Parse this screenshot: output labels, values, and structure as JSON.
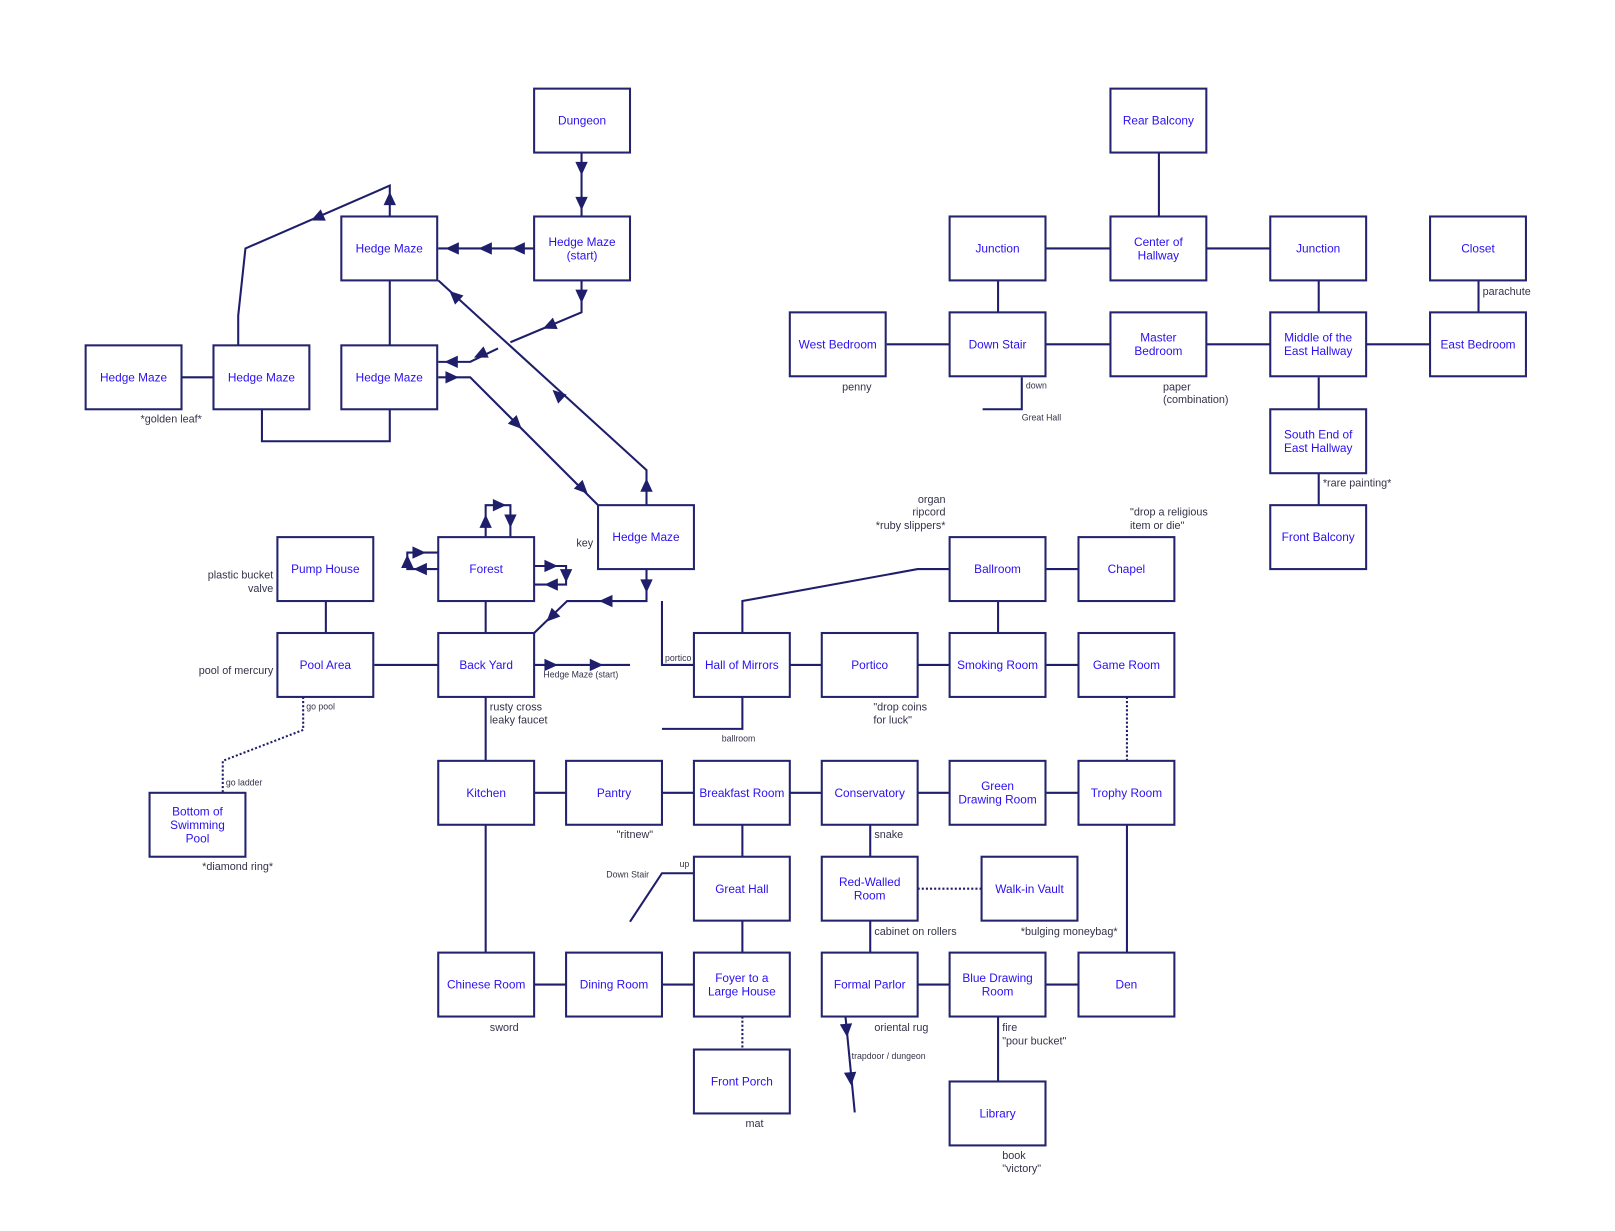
{
  "rooms": {
    "dungeon": {
      "label": [
        "Dungeon"
      ]
    },
    "hedge_maze_start": {
      "label": [
        "Hedge Maze",
        "(start)"
      ]
    },
    "hedge_maze_a": {
      "label": [
        "Hedge Maze"
      ]
    },
    "hedge_maze_b": {
      "label": [
        "Hedge Maze"
      ]
    },
    "hedge_maze_c": {
      "label": [
        "Hedge Maze"
      ]
    },
    "hedge_maze_d": {
      "label": [
        "Hedge Maze"
      ]
    },
    "hedge_maze_key": {
      "label": [
        "Hedge Maze"
      ]
    },
    "pump_house": {
      "label": [
        "Pump House"
      ]
    },
    "forest": {
      "label": [
        "Forest"
      ]
    },
    "pool_area": {
      "label": [
        "Pool Area"
      ]
    },
    "back_yard": {
      "label": [
        "Back Yard"
      ]
    },
    "bottom_pool": {
      "label": [
        "Bottom of",
        "Swimming",
        "Pool"
      ]
    },
    "kitchen": {
      "label": [
        "Kitchen"
      ]
    },
    "pantry": {
      "label": [
        "Pantry"
      ]
    },
    "breakfast_room": {
      "label": [
        "Breakfast Room"
      ]
    },
    "conservatory": {
      "label": [
        "Conservatory"
      ]
    },
    "green_drawing_room": {
      "label": [
        "Green",
        "Drawing Room"
      ]
    },
    "trophy_room": {
      "label": [
        "Trophy Room"
      ]
    },
    "great_hall": {
      "label": [
        "Great Hall"
      ]
    },
    "red_walled_room": {
      "label": [
        "Red-Walled",
        "Room"
      ]
    },
    "walk_in_vault": {
      "label": [
        "Walk-in Vault"
      ]
    },
    "chinese_room": {
      "label": [
        "Chinese Room"
      ]
    },
    "dining_room": {
      "label": [
        "Dining Room"
      ]
    },
    "foyer": {
      "label": [
        "Foyer to a",
        "Large House"
      ]
    },
    "formal_parlor": {
      "label": [
        "Formal Parlor"
      ]
    },
    "blue_drawing_room": {
      "label": [
        "Blue Drawing",
        "Room"
      ]
    },
    "den": {
      "label": [
        "Den"
      ]
    },
    "front_porch": {
      "label": [
        "Front Porch"
      ]
    },
    "library": {
      "label": [
        "Library"
      ]
    },
    "hall_of_mirrors": {
      "label": [
        "Hall of Mirrors"
      ]
    },
    "portico": {
      "label": [
        "Portico"
      ]
    },
    "smoking_room": {
      "label": [
        "Smoking Room"
      ]
    },
    "game_room": {
      "label": [
        "Game Room"
      ]
    },
    "ballroom": {
      "label": [
        "Ballroom"
      ]
    },
    "chapel": {
      "label": [
        "Chapel"
      ]
    },
    "rear_balcony": {
      "label": [
        "Rear Balcony"
      ]
    },
    "junction_west": {
      "label": [
        "Junction"
      ]
    },
    "center_hallway": {
      "label": [
        "Center of",
        "Hallway"
      ]
    },
    "junction_east": {
      "label": [
        "Junction"
      ]
    },
    "closet": {
      "label": [
        "Closet"
      ]
    },
    "west_bedroom": {
      "label": [
        "West Bedroom"
      ]
    },
    "down_stair": {
      "label": [
        "Down Stair"
      ]
    },
    "master_bedroom": {
      "label": [
        "Master",
        "Bedroom"
      ]
    },
    "middle_east_hallway": {
      "label": [
        "Middle of the",
        "East Hallway"
      ]
    },
    "east_bedroom": {
      "label": [
        "East Bedroom"
      ]
    },
    "south_end": {
      "label": [
        "South End of",
        "East Hallway"
      ]
    },
    "front_balcony": {
      "label": [
        "Front Balcony"
      ]
    }
  },
  "notes": {
    "golden_leaf": "*golden leaf*",
    "penny": "penny",
    "down": "down",
    "great_hall_link": "Great Hall",
    "paper": [
      "paper",
      "(combination)"
    ],
    "parachute": "parachute",
    "rare_painting": "*rare painting*",
    "ballroom_items": [
      "organ",
      "ripcord",
      "*ruby slippers*"
    ],
    "chapel_note": [
      "\"drop a religious",
      "item or die\""
    ],
    "key": "key",
    "pump_items": [
      "plastic bucket",
      "valve"
    ],
    "pool_of_mercury": "pool of mercury",
    "go_pool": "go pool",
    "go_ladder": "go ladder",
    "diamond_ring": "*diamond ring*",
    "backyard_items": [
      "rusty cross",
      "leaky faucet"
    ],
    "hedge_maze_start_link": "Hedge Maze (start)",
    "portico_link": "portico",
    "ballroom_link": "ballroom",
    "drop_coins": [
      "\"drop coins",
      "for luck\""
    ],
    "ritnew": "\"ritnew\"",
    "snake": "snake",
    "up": "up",
    "down_stair_link": "Down Stair",
    "cabinet": "cabinet on rollers",
    "moneybag": "*bulging moneybag*",
    "sword": "sword",
    "oriental_rug": "oriental rug",
    "trapdoor": "trapdoor / dungeon",
    "fire": [
      "fire",
      "\"pour bucket\""
    ],
    "mat": "mat",
    "book": [
      "book",
      "\"victory\""
    ]
  }
}
